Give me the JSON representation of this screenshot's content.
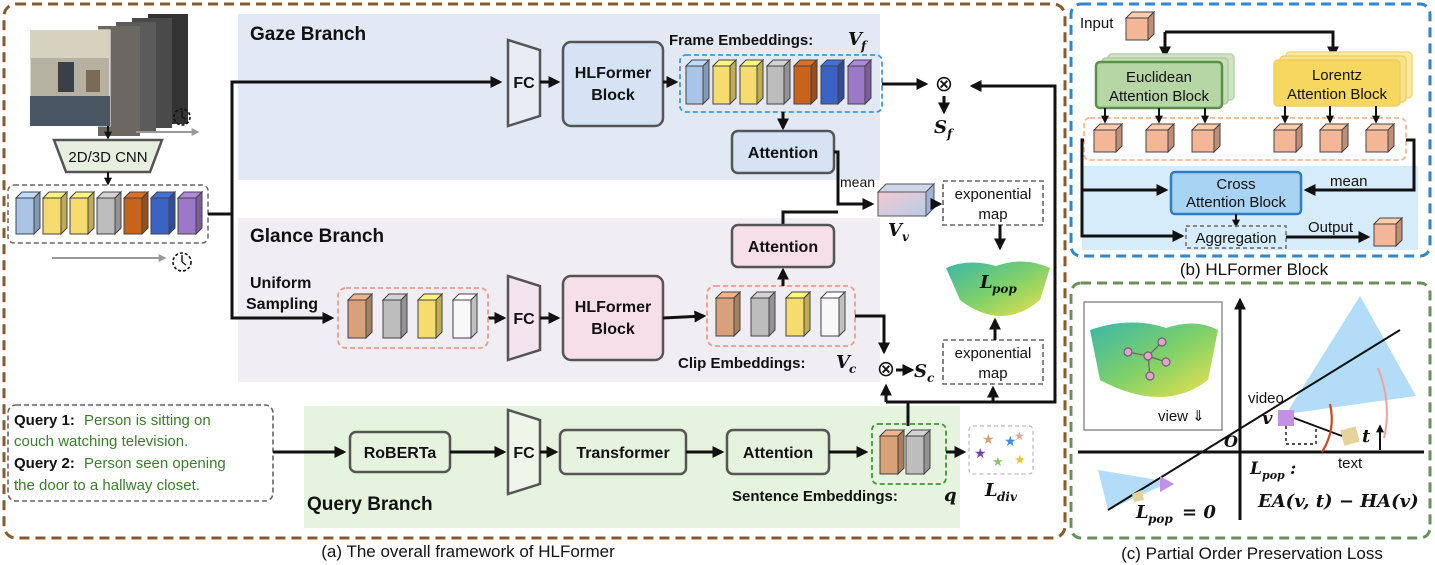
{
  "colors": {
    "cube_blue": "#a9c4e6",
    "cube_yellow": "#f6dc6e",
    "cube_gray": "#bdbdbd",
    "cube_orange": "#c8631c",
    "cube_darkblue": "#3a63c4",
    "cube_purple": "#9c79c6",
    "cube_tan": "#d9a17a",
    "cube_white": "#f8f8f8",
    "cube_peach": "#f3b797",
    "query_green": "#3a7d2a",
    "frame_brown": "#8a5a2b",
    "frame_blue": "#2f86c9",
    "frame_green": "#6b8f5b"
  },
  "main": {
    "gaze_branch": "Gaze Branch",
    "glance_branch": "Glance Branch",
    "query_branch": "Query Branch",
    "cnn": "2D/3D CNN",
    "fc": "FC",
    "hlformer_line1": "HLFormer",
    "hlformer_line2": "Block",
    "attention": "Attention",
    "frame_embeddings": "Frame Embeddings:",
    "clip_embeddings": "Clip Embeddings:",
    "sentence_embeddings": "Sentence Embeddings:",
    "uniform_line1": "Uniform",
    "uniform_line2": "Sampling",
    "mean": "mean",
    "exp_map_line1": "exponential",
    "exp_map_line2": "map",
    "roberta": "RoBERTa",
    "transformer": "Transformer",
    "otimes": "⊗",
    "sym_vf": "V",
    "sym_vf_sub": "f",
    "sym_vc": "V",
    "sym_vc_sub": "c",
    "sym_vv": "V",
    "sym_vv_sub": "v",
    "sym_q": "q",
    "sym_sf": "S",
    "sym_sf_sub": "f",
    "sym_sc": "S",
    "sym_sc_sub": "c",
    "sym_lpop": "L",
    "sym_lpop_sub": "pop",
    "sym_ldiv": "L",
    "sym_ldiv_sub": "div",
    "query1_label": "Query 1:",
    "query1_text_a": "Person is sitting on",
    "query1_text_b": "couch watching television.",
    "query2_label": "Query 2:",
    "query2_text_a": "Person seen opening",
    "query2_text_b": "the door to a hallway closet.",
    "caption": "(a) The overall framework of HLFormer"
  },
  "block": {
    "input": "Input",
    "euclidean_line1": "Euclidean",
    "euclidean_line2": "Attention Block",
    "lorentz_line1": "Lorentz",
    "lorentz_line2": "Attention Block",
    "cross_line1": "Cross",
    "cross_line2": "Attention Block",
    "mean": "mean",
    "aggregation": "Aggregation",
    "output": "Output",
    "caption": "(b) HLFormer Block"
  },
  "loss": {
    "view": "view ⇓",
    "video": "video",
    "text": "text",
    "origin": "O",
    "v": "v",
    "t": "t",
    "lpop_colon": "L",
    "lpop_colon_sub": "pop",
    "formula": "EA(v, t) − HA(v)",
    "lpop_zero": "L",
    "lpop_zero_sub": "pop",
    "eq_zero": "= 0",
    "caption": "(c) Partial Order Preservation Loss"
  }
}
